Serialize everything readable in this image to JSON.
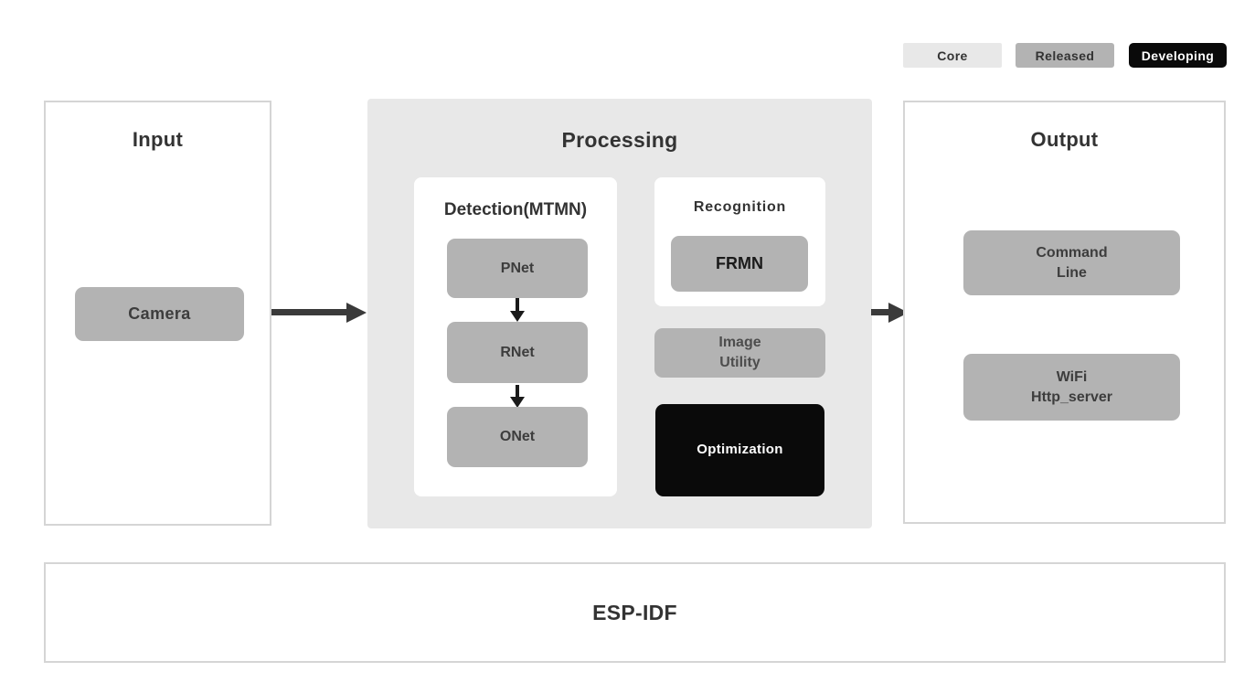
{
  "legend": {
    "core": "Core",
    "released": "Released",
    "developing": "Developing"
  },
  "colors": {
    "core_fill": "#e8e8e8",
    "released_fill": "#b3b3b3",
    "developing_fill": "#0a0a0a",
    "panel_border": "#d5d5d5",
    "text_dark": "#333333",
    "arrow": "#3a3a3a",
    "white": "#ffffff"
  },
  "input": {
    "title": "Input",
    "camera": "Camera"
  },
  "processing": {
    "title": "Processing",
    "detection": {
      "title": "Detection(MTMN)",
      "pnet": "PNet",
      "rnet": "RNet",
      "onet": "ONet"
    },
    "recognition": {
      "title": "Recognition",
      "frmn": "FRMN"
    },
    "image_utility": {
      "line1": "Image",
      "line2": "Utility"
    },
    "optimization": "Optimization"
  },
  "output": {
    "title": "Output",
    "command_line": {
      "line1": "Command",
      "line2": "Line"
    },
    "wifi": {
      "line1": "WiFi",
      "line2": "Http_server"
    }
  },
  "foundation": {
    "title": "ESP-IDF"
  }
}
